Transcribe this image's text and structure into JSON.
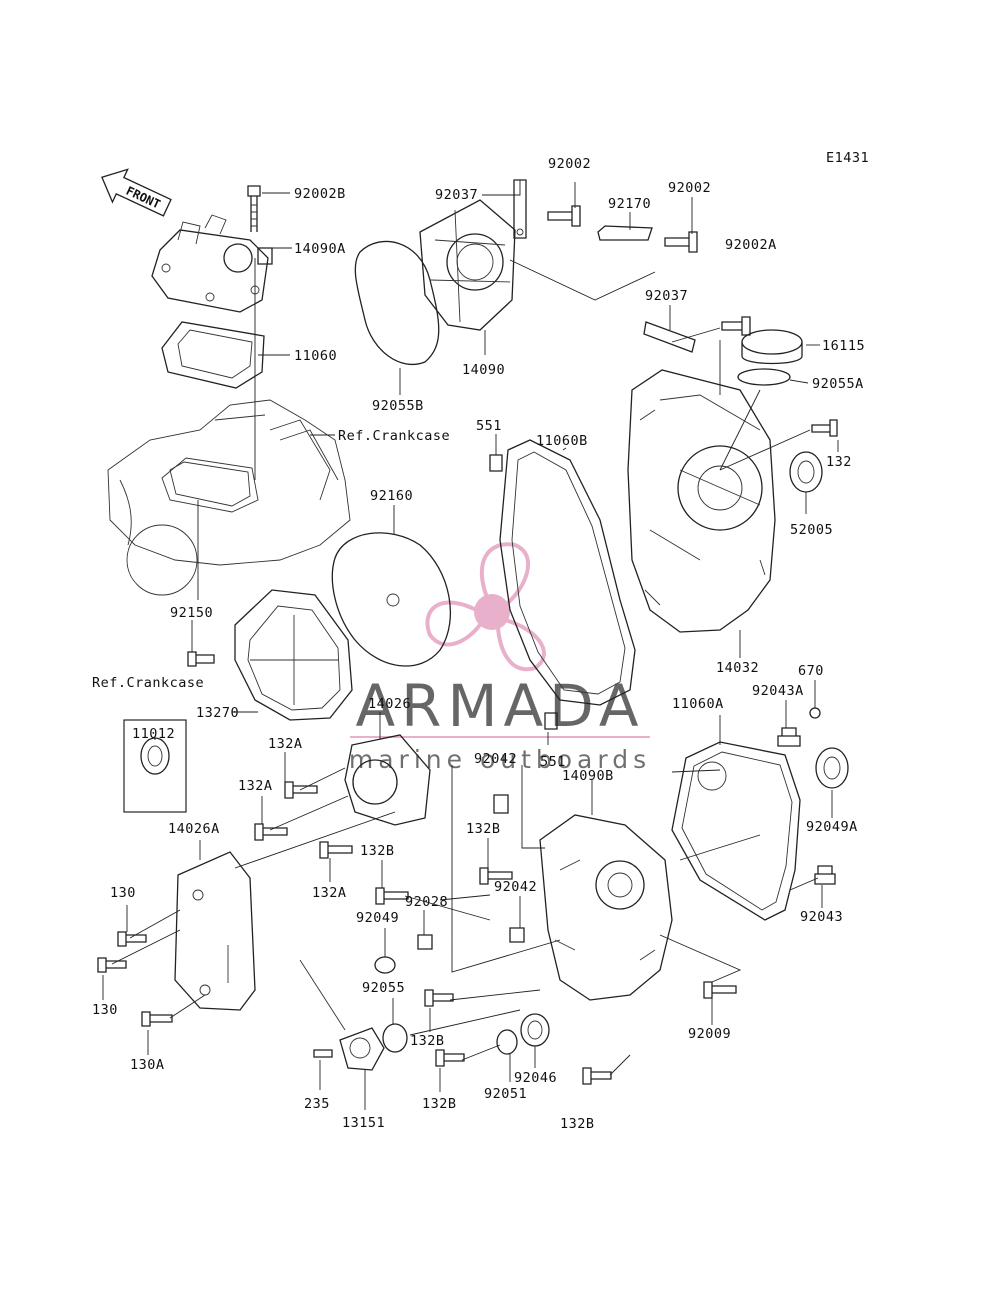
{
  "diagram_code": "E1431",
  "front_label": "FRONT",
  "labels": {
    "p92002B": "92002B",
    "p14090A": "14090A",
    "p11060": "11060",
    "refCrankcaseTop": "Ref.Crankcase",
    "p92037a": "92037",
    "p92002a": "92002",
    "p92002b": "92002",
    "p92170": "92170",
    "p92002A": "92002A",
    "p14090": "14090",
    "p92055B": "92055B",
    "p92037b": "92037",
    "p16115": "16115",
    "p92055A": "92055A",
    "p132": "132",
    "p52005": "52005",
    "p551a": "551",
    "p11060B": "11060B",
    "p92160": "92160",
    "p92150": "92150",
    "refCrankcaseLeft": "Ref.Crankcase",
    "p11012": "11012",
    "p13270": "13270",
    "p14026": "14026",
    "p132Aa": "132A",
    "p132Ab": "132A",
    "p132Ac": "132A",
    "p14026A": "14026A",
    "p130a": "130",
    "p130b": "130",
    "p130A": "130A",
    "p14032": "14032",
    "p670": "670",
    "p92043A": "92043A",
    "p11060A": "11060A",
    "p92049A": "92049A",
    "p92043": "92043",
    "p92042a": "92042",
    "p551b": "551",
    "p14090B": "14090B",
    "p132Ba": "132B",
    "p132Bb": "132B",
    "p92042b": "92042",
    "p92028": "92028",
    "p92049": "92049",
    "p92055": "92055",
    "p132Bc": "132B",
    "p132Bd": "132B",
    "p132Be": "132B",
    "p92046": "92046",
    "p92051": "92051",
    "p92009": "92009",
    "p235": "235",
    "p13151": "13151"
  },
  "watermark": {
    "brand": "ARMADA",
    "tagline": "marine outboards",
    "color": "#e28fb6"
  }
}
